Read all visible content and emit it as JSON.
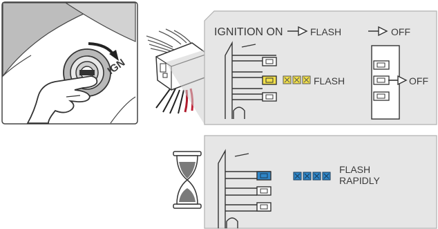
{
  "step1": {
    "ign_label": "IGN",
    "header_ignition": "IGNITION ON",
    "header_flash": "FLASH",
    "header_off": "OFF",
    "flash_label": "FLASH",
    "off_label": "OFF",
    "led_color": "#f2e04a"
  },
  "step2": {
    "flash_line1": "FLASH",
    "flash_line2": "RAPIDLY",
    "led_color": "#2f86c8"
  },
  "colors": {
    "panel_bg": "#e6e6e6",
    "panel_border": "#b0b0b0",
    "line": "#3a3a3a"
  },
  "icons": [
    "ignition-key-icon",
    "hourglass-icon",
    "led-flash-icon",
    "arrow-right-icon"
  ]
}
